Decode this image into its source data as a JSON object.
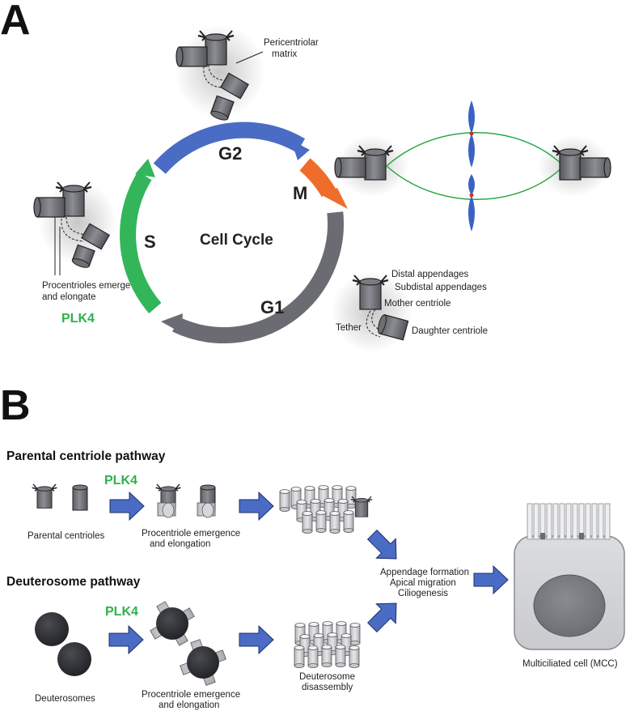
{
  "panel_a": {
    "label": "A",
    "cycle_title": "Cell Cycle",
    "phases": {
      "g2": "G2",
      "m": "M",
      "g1": "G1",
      "s": "S"
    },
    "labels": {
      "pericentriolar_1": "Pericentriolar",
      "pericentriolar_2": "matrix",
      "procentrioles_1": "Procentrioles emerge",
      "procentrioles_2": "and elongate",
      "plk4": "PLK4",
      "distal": "Distal appendages",
      "subdistal": "Subdistal appendages",
      "mother": "Mother centriole",
      "tether": "Tether",
      "daughter": "Daughter centriole"
    },
    "colors": {
      "g2": "#4a6cc4",
      "m": "#f06c2b",
      "g1": "#6b6b73",
      "s": "#33b55a",
      "spindle": "#2aa745",
      "chromosome": "#3a62c4",
      "centromere": "#c0392b"
    }
  },
  "panel_b": {
    "label": "B",
    "parental": {
      "title": "Parental centriole pathway",
      "plk4": "PLK4",
      "parental_centrioles": "Parental centrioles",
      "emergence_1": "Procentriole emergence",
      "emergence_2": "and elongation"
    },
    "deuterosome": {
      "title": "Deuterosome pathway",
      "plk4": "PLK4",
      "deuterosomes": "Deuterosomes",
      "emergence_1": "Procentriole emergence",
      "emergence_2": "and elongation",
      "disassembly_1": "Deuterosome",
      "disassembly_2": "disassembly"
    },
    "final": {
      "step_1": "Appendage formation",
      "step_2": "Apical migration",
      "step_3": "Ciliogenesis",
      "mcc": "Multiciliated cell (MCC)"
    },
    "colors": {
      "arrow": "#4a6cc4",
      "deuterosome": "#2e2f33"
    }
  }
}
